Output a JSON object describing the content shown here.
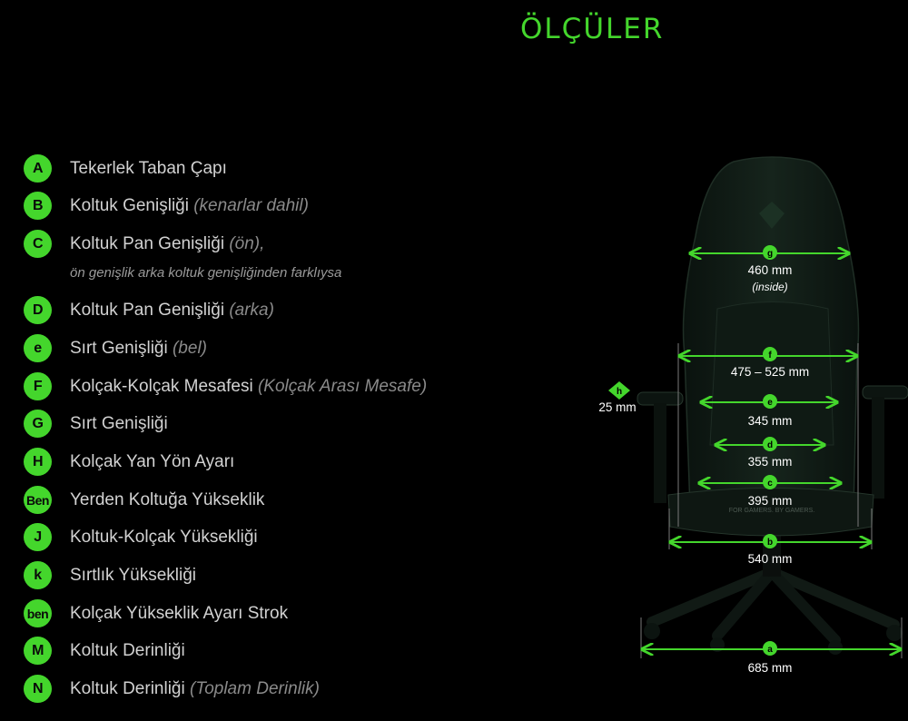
{
  "title": "ÖLÇÜLER",
  "legend": [
    {
      "badge": "A",
      "label": "Tekerlek Taban Çapı",
      "note": ""
    },
    {
      "badge": "B",
      "label": "Koltuk Genişliği",
      "note": "(kenarlar dahil)"
    },
    {
      "badge": "C",
      "label": "Koltuk Pan Genişliği",
      "note": "(ön),"
    },
    {
      "badge": "D",
      "label": "Koltuk Pan Genişliği",
      "note": "(arka)"
    },
    {
      "badge": "e",
      "label": "Sırt Genişliği",
      "note": "(bel)"
    },
    {
      "badge": "F",
      "label": "Kolçak-Kolçak Mesafesi",
      "note": "(Kolçak Arası Mesafe)"
    },
    {
      "badge": "G",
      "label": "Sırt Genişliği",
      "note": ""
    },
    {
      "badge": "H",
      "label": "Kolçak Yan Yön Ayarı",
      "note": ""
    },
    {
      "badge": "Ben",
      "label": "Yerden Koltuğa Yükseklik",
      "note": ""
    },
    {
      "badge": "J",
      "label": "Koltuk-Kolçak Yüksekliği",
      "note": ""
    },
    {
      "badge": "k",
      "label": "Sırtlık Yüksekliği",
      "note": ""
    },
    {
      "badge": "ben",
      "label": "Kolçak Yükseklik Ayarı Strok",
      "note": ""
    },
    {
      "badge": "M",
      "label": "Koltuk Derinliği",
      "note": ""
    },
    {
      "badge": "N",
      "label": "Koltuk Derinliği",
      "note": "(Toplam Derinlik)"
    }
  ],
  "legend_subnote": "ön genişlik arka koltuk genişliğinden farklıysa",
  "chart": {
    "brand_text": "FOR GAMERS. BY GAMERS.",
    "dimensions": [
      {
        "badge": "g",
        "value": "460 mm",
        "note": "(inside)"
      },
      {
        "badge": "f",
        "value": "475 – 525 mm",
        "note": ""
      },
      {
        "badge": "h",
        "value": "25 mm",
        "note": ""
      },
      {
        "badge": "e",
        "value": "345 mm",
        "note": ""
      },
      {
        "badge": "d",
        "value": "355 mm",
        "note": ""
      },
      {
        "badge": "c",
        "value": "395 mm",
        "note": ""
      },
      {
        "badge": "b",
        "value": "540 mm",
        "note": ""
      },
      {
        "badge": "a",
        "value": "685 mm",
        "note": ""
      }
    ],
    "colors": {
      "accent": "#44d62c",
      "chair": "#0d1712",
      "chair_edge": "#2a3a30"
    }
  }
}
